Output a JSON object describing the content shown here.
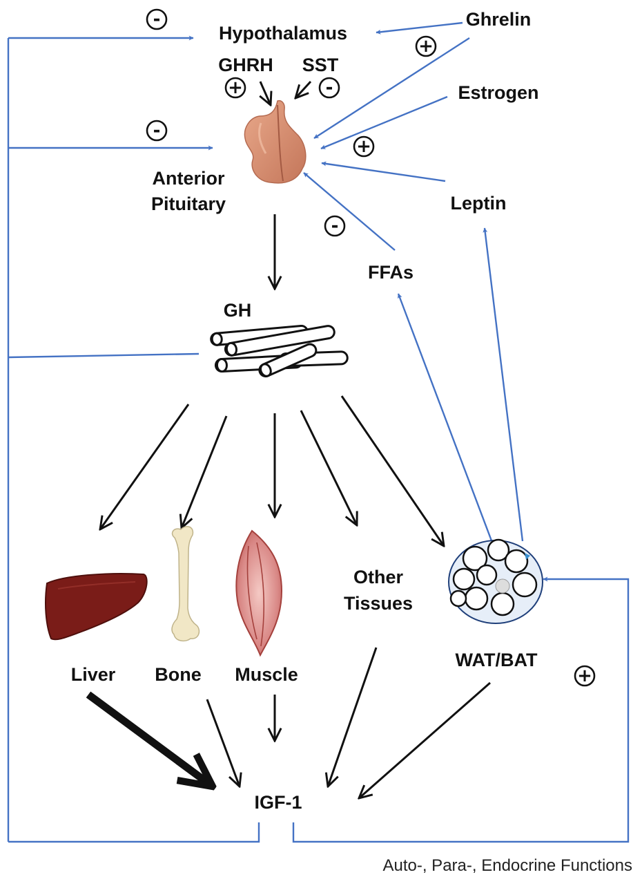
{
  "labels": {
    "hypothalamus": "Hypothalamus",
    "ghrh": "GHRH",
    "sst": "SST",
    "ghrelin": "Ghrelin",
    "estrogen": "Estrogen",
    "anterior": "Anterior",
    "pituitary": "Pituitary",
    "leptin": "Leptin",
    "ffas": "FFAs",
    "gh": "GH",
    "other": "Other",
    "tissues": "Tissues",
    "liver": "Liver",
    "bone": "Bone",
    "muscle": "Muscle",
    "wat_bat": "WAT/BAT",
    "igf1": "IGF-1",
    "footer": "Auto-, Para-, Endocrine Functions"
  },
  "signs": {
    "minus": "-",
    "plus": "+"
  },
  "colors": {
    "feedback_line": "#4472c4",
    "arrow": "#111111",
    "pituitary": "#d9957a",
    "liver": "#7a1c18",
    "bone": "#f1e7c6",
    "muscle": "#d98886",
    "adipocyte_ring": "#1f3f7a"
  }
}
